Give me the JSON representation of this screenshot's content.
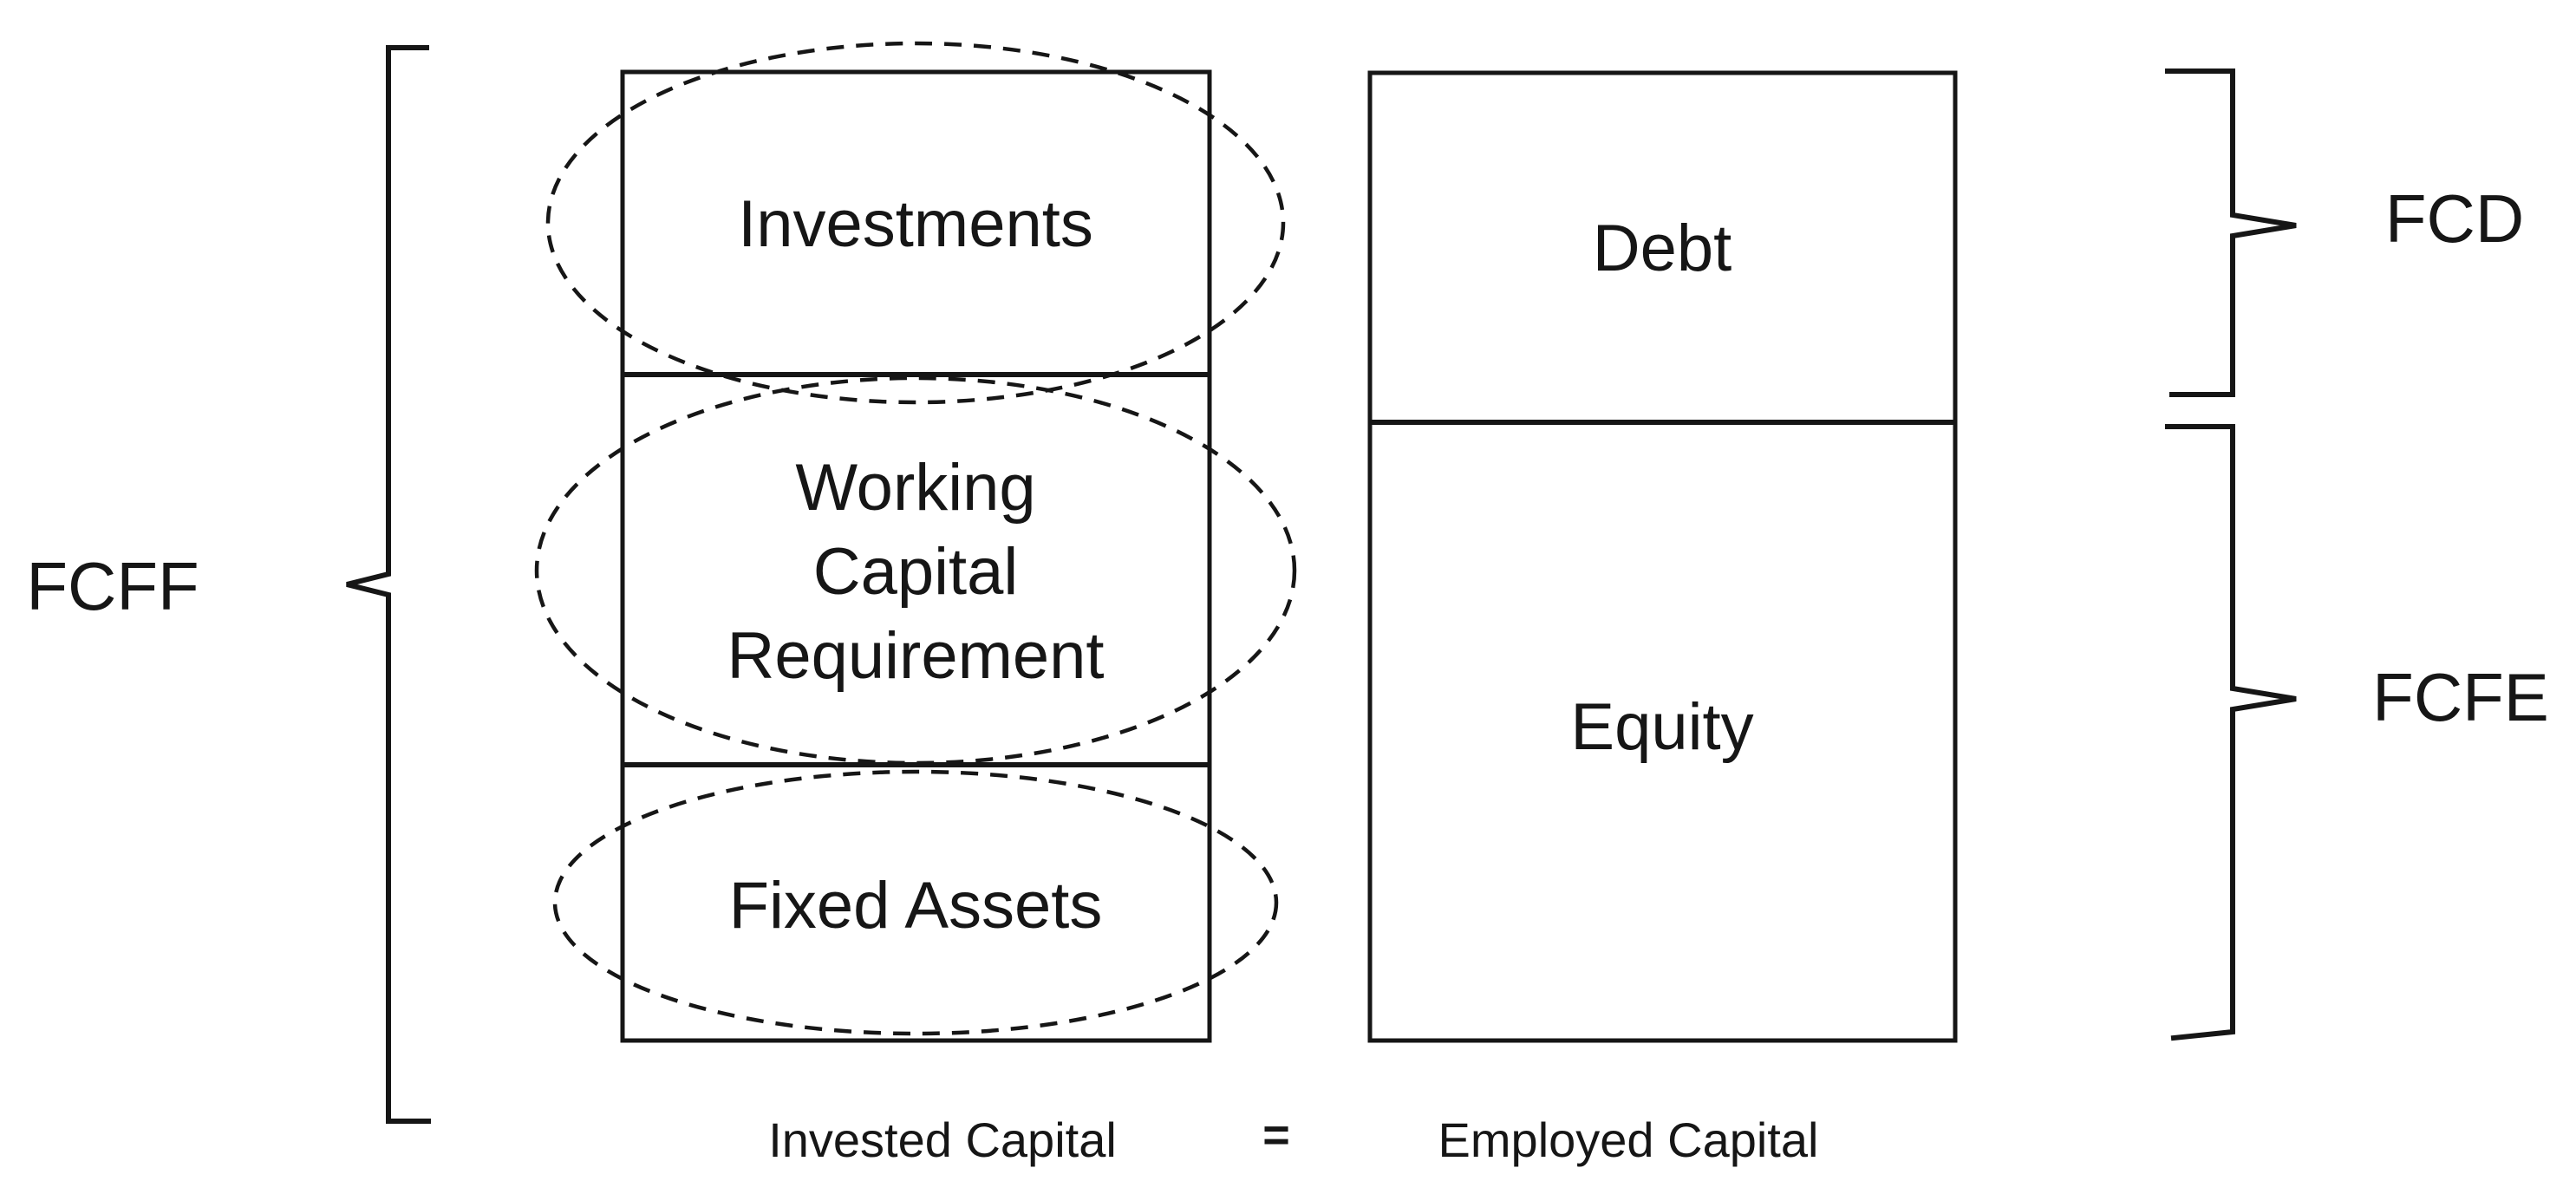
{
  "diagram": {
    "title_implicit": "Invested Capital vs Employed Capital free cash flow diagram",
    "left_bracket": {
      "label": "FCFF"
    },
    "invested_box": {
      "sections": [
        {
          "label": "Investments"
        },
        {
          "label": "Working Capital Requirement",
          "lines": [
            "Working",
            "Capital",
            "Requirement"
          ]
        },
        {
          "label": "Fixed Assets"
        }
      ],
      "caption": "Invested Capital"
    },
    "employed_box": {
      "sections": [
        {
          "label": "Debt"
        },
        {
          "label": "Equity"
        }
      ],
      "caption": "Employed Capital"
    },
    "right_brackets": [
      {
        "label": "FCD"
      },
      {
        "label": "FCFE"
      }
    ],
    "equation": {
      "equals": "="
    },
    "colors": {
      "line": "#161616",
      "text": "#161616",
      "background": "#ffffff"
    }
  },
  "labels": {
    "fcff": "FCFF",
    "fcd": "FCD",
    "fcfe": "FCFE",
    "investments": "Investments",
    "wcr_line1": "Working",
    "wcr_line2": "Capital",
    "wcr_line3": "Requirement",
    "fixed_assets": "Fixed Assets",
    "debt": "Debt",
    "equity": "Equity",
    "invested_capital": "Invested Capital",
    "equals": "=",
    "employed_capital": "Employed Capital"
  }
}
